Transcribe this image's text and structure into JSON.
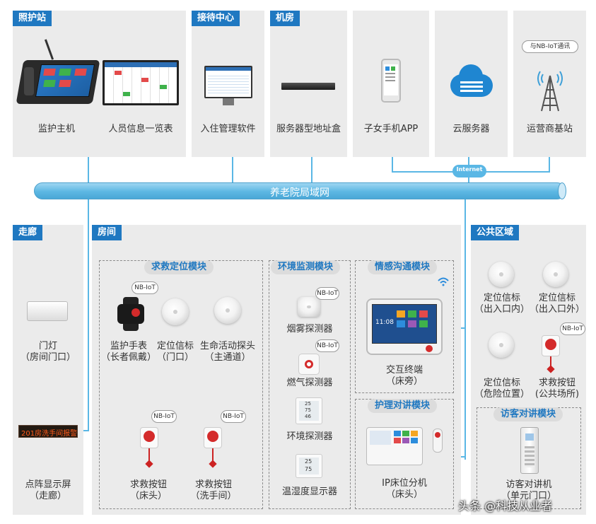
{
  "sections": {
    "care_station": "照护站",
    "reception": "接待中心",
    "machine_room": "机房",
    "corridor": "走廊",
    "room": "房间",
    "public_area": "公共区域"
  },
  "devices": {
    "monitor_host": "监护主机",
    "personnel_table": "人员信息一览表",
    "checkin_software": "入住管理软件",
    "server_box": "服务器型地址盒",
    "child_app": "子女手机APP",
    "cloud_server": "云服务器",
    "carrier_station": "运营商基站",
    "nbiot_comm": "与NB-IoT通讯",
    "internet": "Internet",
    "lan": "养老院局域网"
  },
  "corridor": {
    "door_light_1": "门灯",
    "door_light_2": "（房间门口）",
    "led_text": "201房洗手间报警",
    "dot_display_1": "点阵显示屏",
    "dot_display_2": "（走廊）"
  },
  "rescue_module": {
    "title": "求救定位模块",
    "watch_1": "监护手表",
    "watch_2": "（长者佩戴）",
    "beacon_1": "定位信标",
    "beacon_2": "（门口）",
    "vital_1": "生命活动探头",
    "vital_2": "（主通道）",
    "btn_bed_1": "求救按钮",
    "btn_bed_2": "（床头）",
    "btn_wc_1": "求救按钮",
    "btn_wc_2": "（洗手间）",
    "nbiot": "NB-IoT"
  },
  "env_module": {
    "title": "环境监测模块",
    "smoke": "烟雾探测器",
    "gas": "燃气探测器",
    "env": "环境探测器",
    "humidity": "温湿度显示器",
    "nbiot": "NB-IoT",
    "readings": [
      "25",
      "75",
      "46"
    ]
  },
  "emotion_module": {
    "title": "情感沟通模块",
    "terminal_1": "交互终端",
    "terminal_2": "（床旁）",
    "clock": "11:08"
  },
  "intercom_module": {
    "title": "护理对讲模块",
    "bed_unit_1": "IP床位分机",
    "bed_unit_2": "（床头）"
  },
  "public": {
    "beacon_in_1": "定位信标",
    "beacon_in_2": "（出入口内）",
    "beacon_out_1": "定位信标",
    "beacon_out_2": "（出入口外）",
    "beacon_danger_1": "定位信标",
    "beacon_danger_2": "（危险位置）",
    "btn_public_1": "求救按钮",
    "btn_public_2": "(公共场所)",
    "nbiot": "NB-IoT",
    "visitor_title": "访客对讲模块",
    "visitor_1": "访客对讲机",
    "visitor_2": "（单元门口）"
  },
  "watermark": "头条 @科技从业者",
  "colors": {
    "accent": "#1f78c1",
    "line": "#5ab7e5",
    "panel": "#ebebeb",
    "alarm": "#d42b2b"
  }
}
